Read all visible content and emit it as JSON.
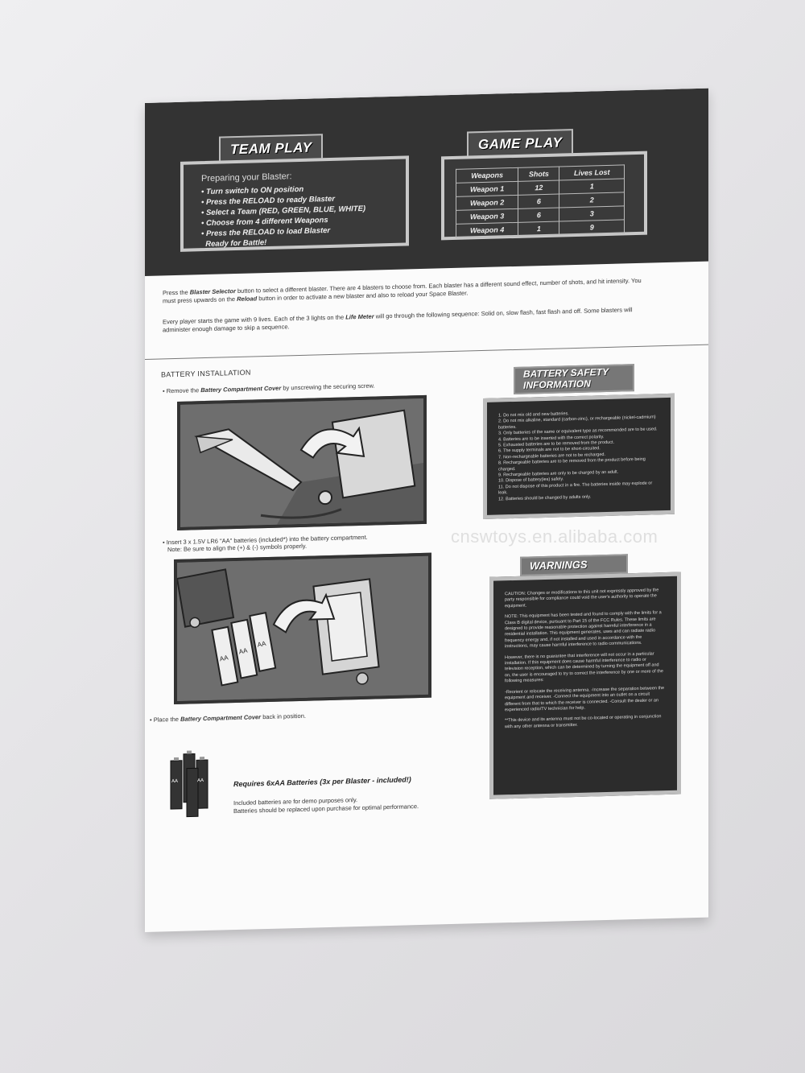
{
  "team_play": {
    "title": "TEAM PLAY",
    "heading": "Preparing your Blaster:",
    "steps": [
      "Turn switch to ON position",
      "Press the RELOAD to ready Blaster",
      "Select a Team (RED, GREEN, BLUE, WHITE)",
      "Choose from 4 different Weapons",
      "Press the RELOAD to load Blaster",
      "Ready for Battle!"
    ]
  },
  "game_play": {
    "title": "GAME PLAY",
    "headers": [
      "Weapons",
      "Shots",
      "Lives Lost"
    ],
    "rows": [
      [
        "Weapon 1",
        "12",
        "1"
      ],
      [
        "Weapon 2",
        "6",
        "2"
      ],
      [
        "Weapon 3",
        "6",
        "3"
      ],
      [
        "Weapon 4",
        "1",
        "9"
      ]
    ]
  },
  "intro": {
    "p1_a": "Press the ",
    "p1_b": "Blaster Selector",
    "p1_c": " button to select a different blaster. There are 4 blasters to choose from. Each blaster has a different sound effect, number of shots, and hit intensity. You must press upwards on the ",
    "p1_d": "Reload",
    "p1_e": " button in order to activate a new blaster and also to reload your Space Blaster.",
    "p2_a": "Every player starts the game with 9 lives. Each of the 3 lights on the ",
    "p2_b": "Life Meter",
    "p2_c": " will go through the following sequence: Solid on, slow flash, fast flash and off. Some blasters will administer enough damage to skip a sequence."
  },
  "battery_installation": {
    "title": "BATTERY INSTALLATION",
    "step1_a": "• Remove the ",
    "step1_b": "Battery Compartment Cover",
    "step1_c": " by unscrewing the securing screw.",
    "step2_line1": "• Insert 3 x 1.5V LR6 \"AA\" batteries (included*) into the battery compartment.",
    "step2_line2": "Note: Be sure to align the (+) & (-) symbols properly.",
    "step3_a": "• Place the ",
    "step3_b": "Battery Compartment Cover",
    "step3_c": " back in position.",
    "battery_label": "AA",
    "requires": "Requires 6xAA Batteries (3x per Blaster - included!)",
    "note1": "Included batteries are for demo purposes only.",
    "note2": "Batteries should be replaced upon purchase for optimal performance."
  },
  "battery_safety": {
    "title_line1": "BATTERY SAFETY",
    "title_line2": "INFORMATION",
    "items": [
      "1. Do not mix old and new batteries.",
      "2. Do not mix alkaline, standard (carbon-zinc), or rechargeable (nickel-cadmium) batteries.",
      "3. Only batteries of the same or equivalent type as recommended are to be used.",
      "4. Batteries are to be inserted with the correct polarity.",
      "5. Exhausted batteries are to be removed from the product.",
      "6. The supply terminals are not to be short-circuited.",
      "7. Non-rechargeable batteries are not to be recharged.",
      "8. Rechargeable batteries are to be removed from the product before being charged.",
      "9. Rechargeable batteries are only to be charged by an adult.",
      "10. Dispose of battery(ies) safely.",
      "11. Do not dispose of this product in a fire. The batteries inside may explode or leak.",
      "12. Batteries should be changed by adults only."
    ]
  },
  "warnings": {
    "title": "WARNINGS",
    "p1": "CAUTION: Changes or modifications to this unit not expressly approved by the party responsible for compliance could void the user's authority to operate the equipment.",
    "p2": "NOTE: This equipment has been tested and found to comply with the limits for a Class B digital device, pursuant to Part 15 of the FCC Rules. These limits are designed to provide reasonable protection against harmful interference in a residential installation. This equipment generates, uses and can radiate radio frequency energy and, if not installed and used in accordance with the instructions, may cause harmful interference to radio communications.",
    "p3": "However, there is no guarantee that interference will not occur in a particular installation. If this equipment does cause harmful interference to radio or television reception, which can be determined by turning the equipment off and on, the user is encouraged to try to correct the interference by one or more of the following measures:",
    "p4": "-Reorient or relocate the receiving antenna. -Increase the separation between the equipment and receiver. -Connect the equipment into an outlet on a circuit different from that to which the receiver is connected. -Consult the dealer or an experienced radio/TV technician for help.",
    "p5": "**This device and its antenna must not be co-located or operating in conjunction with any other antenna or transmitter."
  },
  "watermark": "cnswtoys.en.alibaba.com"
}
